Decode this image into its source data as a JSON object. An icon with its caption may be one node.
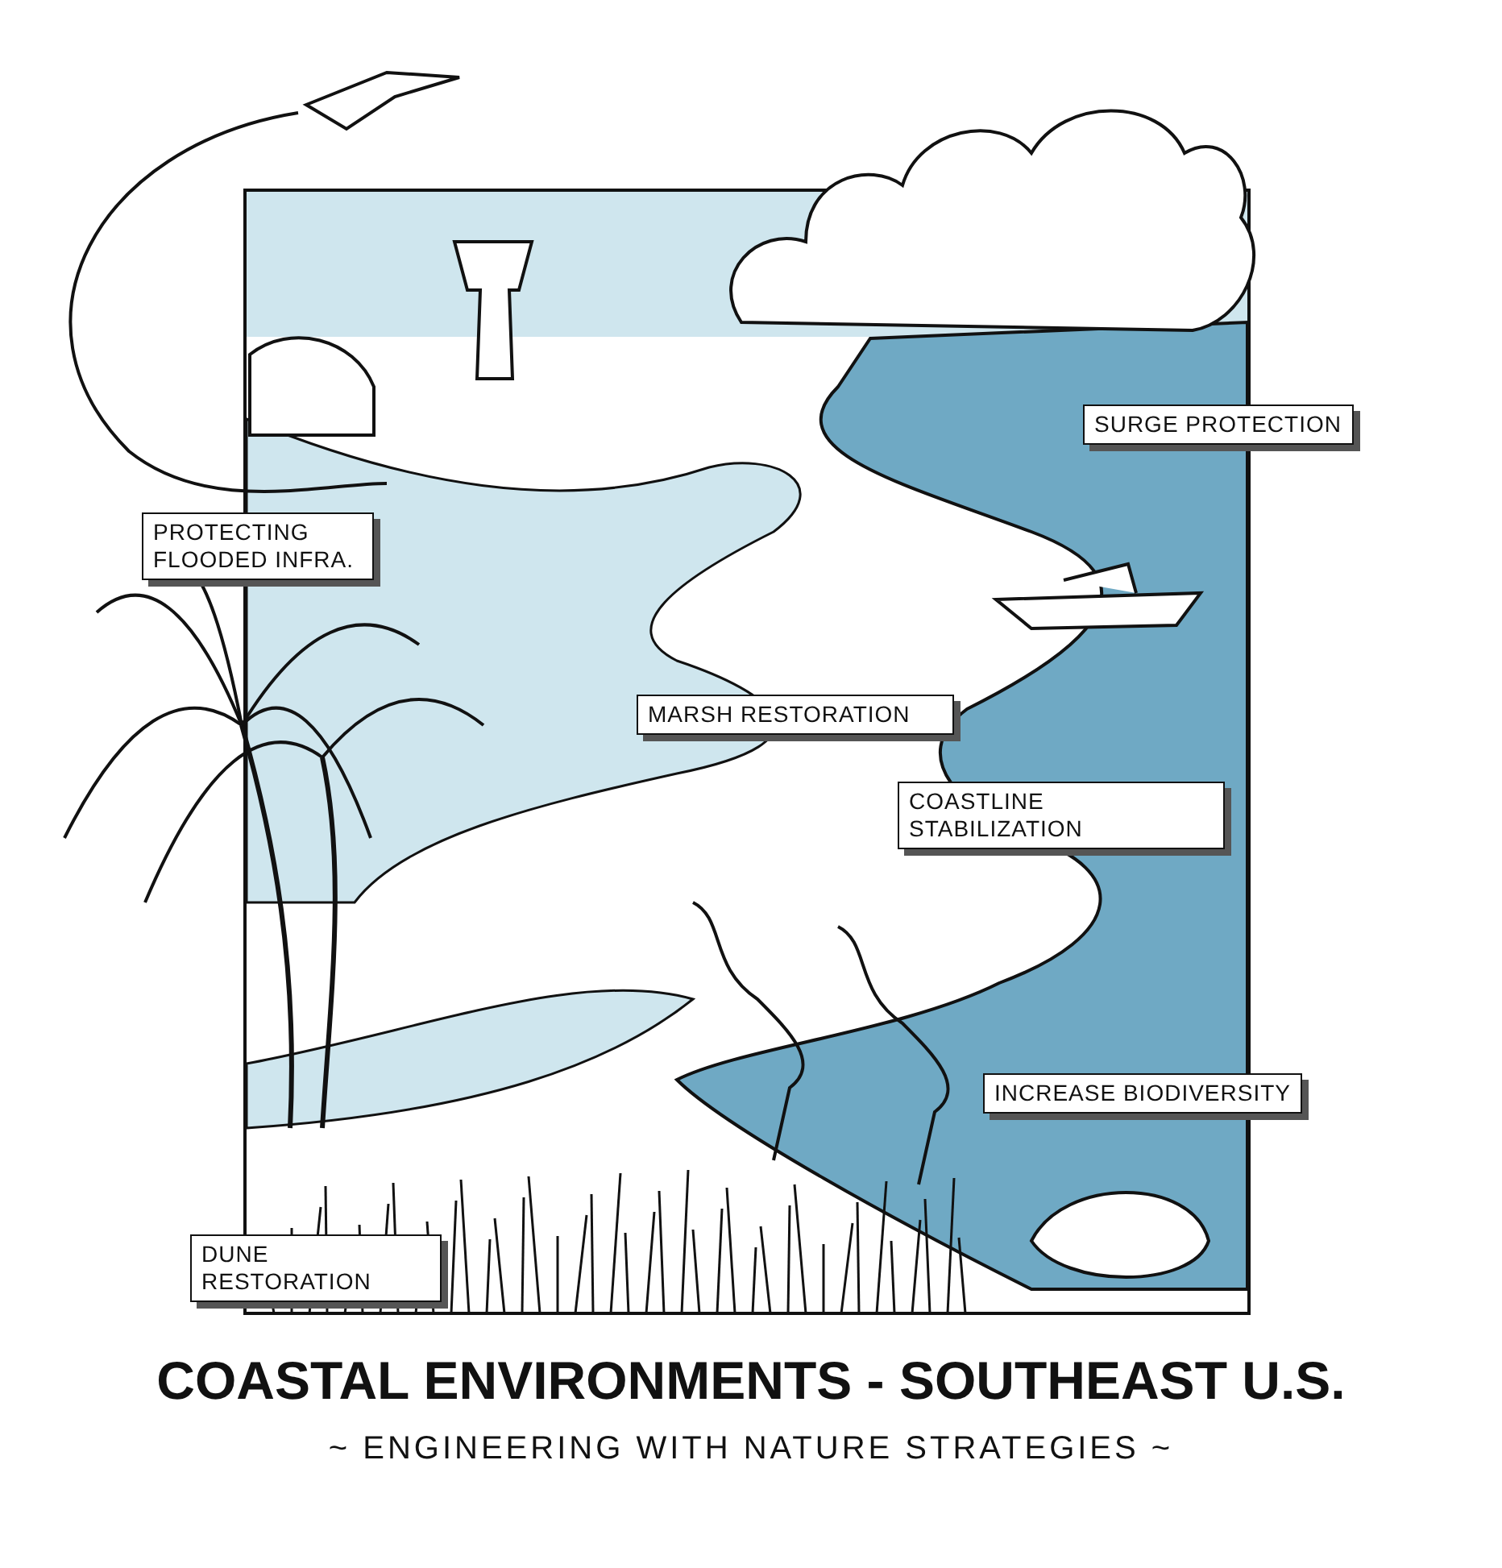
{
  "diagram": {
    "title": "COASTAL ENVIRONMENTS - SOUTHEAST U.S.",
    "caption": "~ ENGINEERING WITH NATURE STRATEGIES ~",
    "labels": [
      "SURGE PROTECTION",
      "PROTECTING FLOODED INFRA.",
      "MARSH RESTORATION",
      "COASTLINE STABILIZATION",
      "INCREASE BIODIVERSITY",
      "DUNE RESTORATION"
    ]
  }
}
